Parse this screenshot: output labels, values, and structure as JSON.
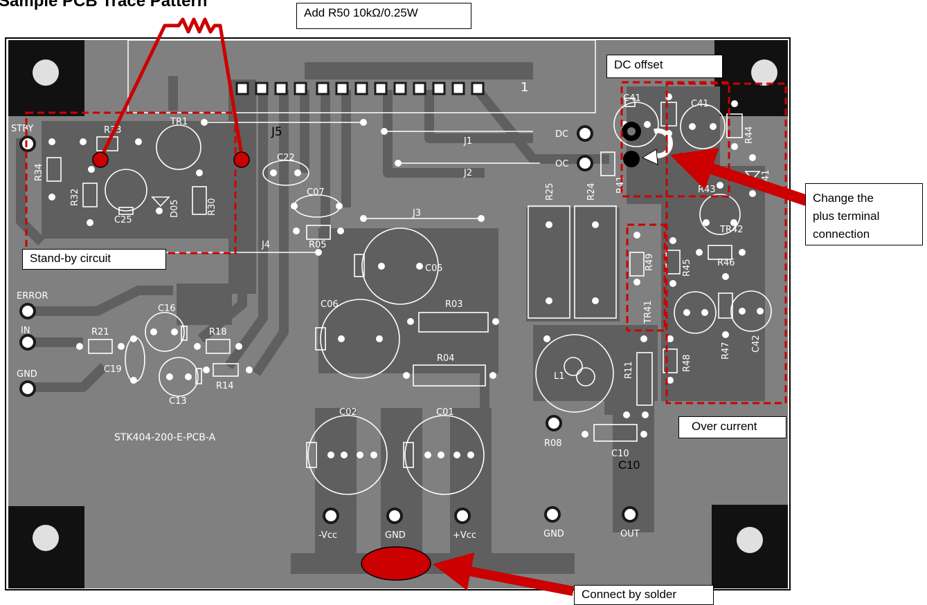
{
  "title": "Sample PCB Trace Pattern",
  "callouts": {
    "add_resistor": "Add R50 10kΩ/0.25W",
    "dc_offset": "DC offset",
    "change_plus": [
      "Change the",
      "plus terminal",
      "connection"
    ],
    "standby": "Stand-by circuit",
    "over_current": "Over current",
    "connect_solder": "Connect by solder"
  },
  "board": {
    "part_number": "STK404-200-E-PCB-A",
    "pin_one": "1",
    "terminals_left": [
      "STBY",
      "ERROR",
      "IN",
      "GND"
    ],
    "terminals_bottom": [
      "-Vcc",
      "GND",
      "+Vcc",
      "GND",
      "OUT"
    ],
    "pads_right": [
      "DC",
      "OC"
    ],
    "jumpers": [
      "J1",
      "J2",
      "J3",
      "J4",
      "J5"
    ],
    "components": [
      "R33",
      "TR1",
      "R34",
      "R32",
      "C25",
      "D05",
      "R30",
      "C22",
      "C07",
      "R05",
      "C05",
      "C06",
      "R03",
      "R04",
      "C16",
      "R21",
      "R18",
      "C19",
      "C13",
      "R14",
      "C02",
      "C01",
      "R08",
      "C10",
      "L1",
      "R11",
      "R25",
      "R24",
      "R41",
      "C41",
      "C41",
      "R44",
      "D41",
      "R43",
      "TR42",
      "R49",
      "R45",
      "R46",
      "TR41",
      "R47",
      "C42",
      "R48"
    ],
    "extra_label": "C10"
  },
  "colors": {
    "board": "#808080",
    "copper": "#5f5f5f",
    "annotation": "#cc0000",
    "silkscreen": "#ffffff"
  }
}
